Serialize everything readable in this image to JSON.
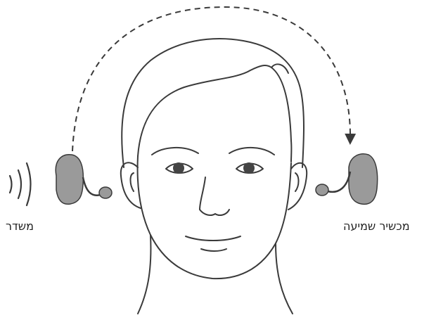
{
  "labels": {
    "transmitter": "משדר",
    "hearing_aid": "מכשיר שמיעה"
  },
  "colors": {
    "line": "#3a3a3a",
    "device_fill": "#9a9a9a",
    "eye_fill": "#444444",
    "background": "#ffffff"
  },
  "icons": {
    "left_device": "behind-the-ear-device",
    "right_device": "behind-the-ear-device",
    "signal": "sound-waves",
    "transfer_arrow": "dashed-arc-arrow"
  }
}
